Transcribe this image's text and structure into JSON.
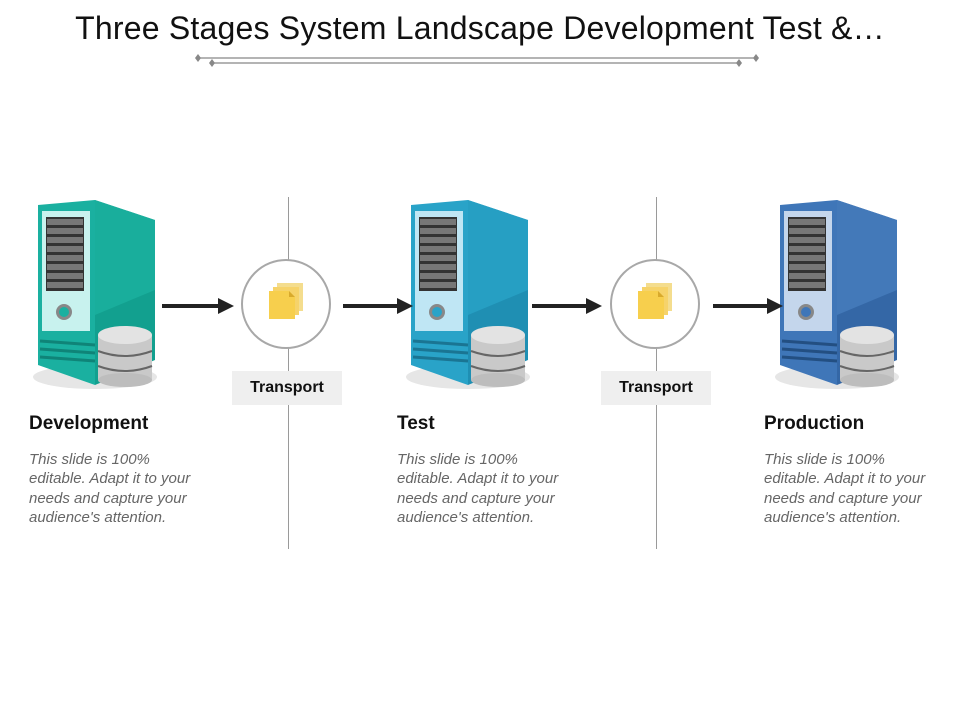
{
  "title": "Three Stages System Landscape Development Test &…",
  "colors": {
    "development": "#1ab0a0",
    "test": "#29a3c8",
    "production": "#3f76b8",
    "transport_doc": "#f7cf4d"
  },
  "stages": [
    {
      "name": "Development",
      "icon": "server-with-database-icon",
      "description": "This slide is 100% editable. Adapt it to your needs and capture your audience's attention."
    },
    {
      "name": "Test",
      "icon": "server-with-database-icon",
      "description": "This slide is 100% editable. Adapt it to your needs and capture your audience's attention."
    },
    {
      "name": "Production",
      "icon": "server-with-database-icon",
      "description": "This slide is 100% editable. Adapt it to your needs and capture your audience's attention."
    }
  ],
  "transports": [
    {
      "label": "Transport",
      "icon": "documents-icon"
    },
    {
      "label": "Transport",
      "icon": "documents-icon"
    }
  ]
}
